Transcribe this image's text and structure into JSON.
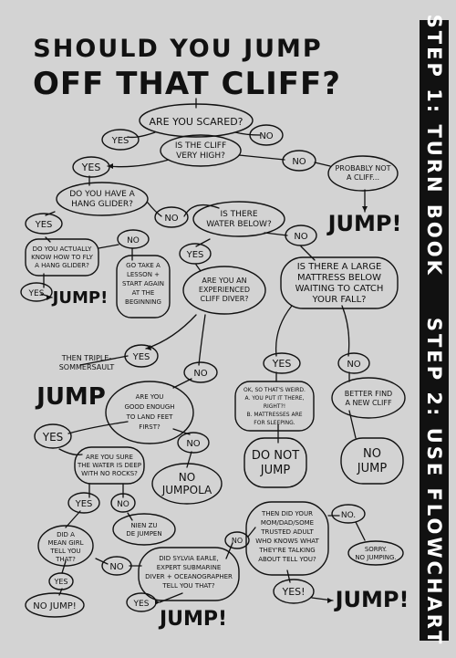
{
  "title": {
    "line1": "SHOULD YOU JUMP",
    "line2": "OFF THAT CLIFF?"
  },
  "sidebar": {
    "step1": "STEP 1: TURN BOOK",
    "step2": "STEP 2: USE FLOWCHART"
  },
  "nodes": {
    "are_you_scared": "ARE YOU SCARED?",
    "yes_1": "YES",
    "no_1": "NO",
    "is_cliff_high": [
      "IS THE CLIFF",
      "VERY HIGH?"
    ],
    "yes_2": "YES",
    "no_2": "NO",
    "probably_not": [
      "PROBABLY NOT",
      "A CLIFF..."
    ],
    "jump_1": "JUMP!",
    "hang_glider": [
      "DO YOU HAVE A",
      "HANG GLIDER?"
    ],
    "no_3": "NO",
    "water_below": [
      "IS THERE",
      "WATER BELOW?"
    ],
    "yes_3": "YES",
    "know_fly": [
      "DO YOU ACTUALLY",
      "KNOW HOW TO FLY",
      "A HANG GLIDER?"
    ],
    "no_4": "NO",
    "take_lesson": [
      "GO TAKE A",
      "LESSON +",
      "START AGAIN",
      "AT THE",
      "BEGINNING"
    ],
    "yes_4": "YES",
    "jump_2": "JUMP!",
    "yes_5": "YES",
    "no_5": "NO",
    "cliff_diver": [
      "ARE YOU AN",
      "EXPERIENCED",
      "CLIFF DIVER?"
    ],
    "mattress": [
      "IS THERE A LARGE",
      "MATTRESS BELOW",
      "WAITING TO CATCH",
      "YOUR FALL?"
    ],
    "triple": [
      "THEN TRIPLE-",
      "SOMMERSAULT"
    ],
    "jump_3": "JUMP",
    "yes_6": "YES",
    "no_6": "NO",
    "yes_7": "YES",
    "no_7": "NO",
    "weird": [
      "OK, SO THAT'S WEIRD.",
      "A. YOU PUT IT THERE,",
      "RIGHT?!",
      "B. MATTRESSES ARE",
      "FOR SLEEPING."
    ],
    "find_cliff": [
      "BETTER FIND",
      "A NEW CLIFF"
    ],
    "good_enough": [
      "ARE YOU",
      "GOOD ENOUGH",
      "TO LAND FEET",
      "FIRST?"
    ],
    "yes_8": "YES",
    "no_8": "NO",
    "do_not_jump": [
      "DO NOT",
      "JUMP"
    ],
    "no_jump_1": [
      "NO",
      "JUMP"
    ],
    "water_deep": [
      "ARE YOU SURE",
      "THE WATER IS DEEP",
      "WITH NO ROCKS?"
    ],
    "no_jumpola": [
      "NO",
      "JUMPOLA"
    ],
    "yes_9": "YES",
    "no_9": "NO",
    "nien": [
      "NIEN ZU",
      "DE JUMPEN"
    ],
    "mean_girl": [
      "DID A",
      "MEAN GIRL",
      "TELL YOU",
      "THAT?"
    ],
    "yes_10": "YES",
    "no_10": "NO",
    "no_jump_2": "NO JUMP!",
    "sylvia": [
      "DID SYLVIA EARLE,",
      "EXPERT SUBMARINE",
      "DIVER + OCEANOGRAPHER",
      "TELL YOU THAT?"
    ],
    "yes_11": "YES",
    "jump_4": "JUMP!",
    "no_11": "NO",
    "trusted_adult": [
      "THEN DID YOUR",
      "MOM/DAD/SOME",
      "TRUSTED ADULT",
      "WHO KNOWS WHAT",
      "THEY'RE TALKING",
      "ABOUT TELL YOU?"
    ],
    "no_12": "NO.",
    "sorry": [
      "SORRY.",
      "NO JUMPING."
    ],
    "yes_12": "YES!",
    "jump_5": "JUMP!"
  }
}
